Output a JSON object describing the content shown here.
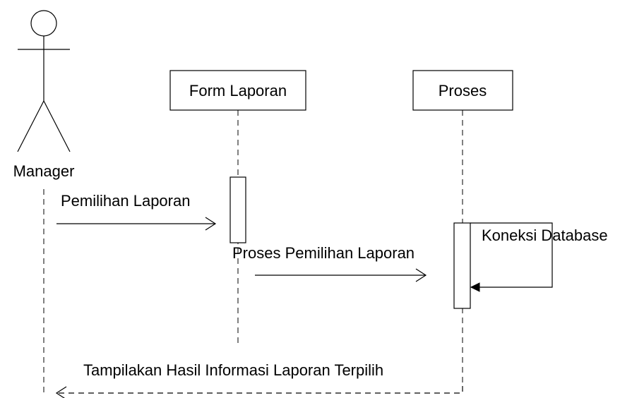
{
  "diagram": {
    "type": "sequence-diagram",
    "actor": {
      "label": "Manager"
    },
    "objects": [
      {
        "label": "Form Laporan"
      },
      {
        "label": "Proses"
      }
    ],
    "messages": [
      {
        "label": "Pemilihan Laporan",
        "from": "Manager",
        "to": "Form Laporan",
        "style": "solid-open-arrow"
      },
      {
        "label": "Proses Pemilihan Laporan",
        "from": "Form Laporan",
        "to": "Proses",
        "style": "solid-open-arrow"
      },
      {
        "label": "Koneksi Database",
        "from": "Proses",
        "to": "Proses",
        "style": "self-call-filled-arrow"
      },
      {
        "label": "Tampilakan Hasil Informasi Laporan Terpilih",
        "from": "Proses",
        "to": "Manager",
        "style": "dashed-open-arrow"
      }
    ]
  }
}
